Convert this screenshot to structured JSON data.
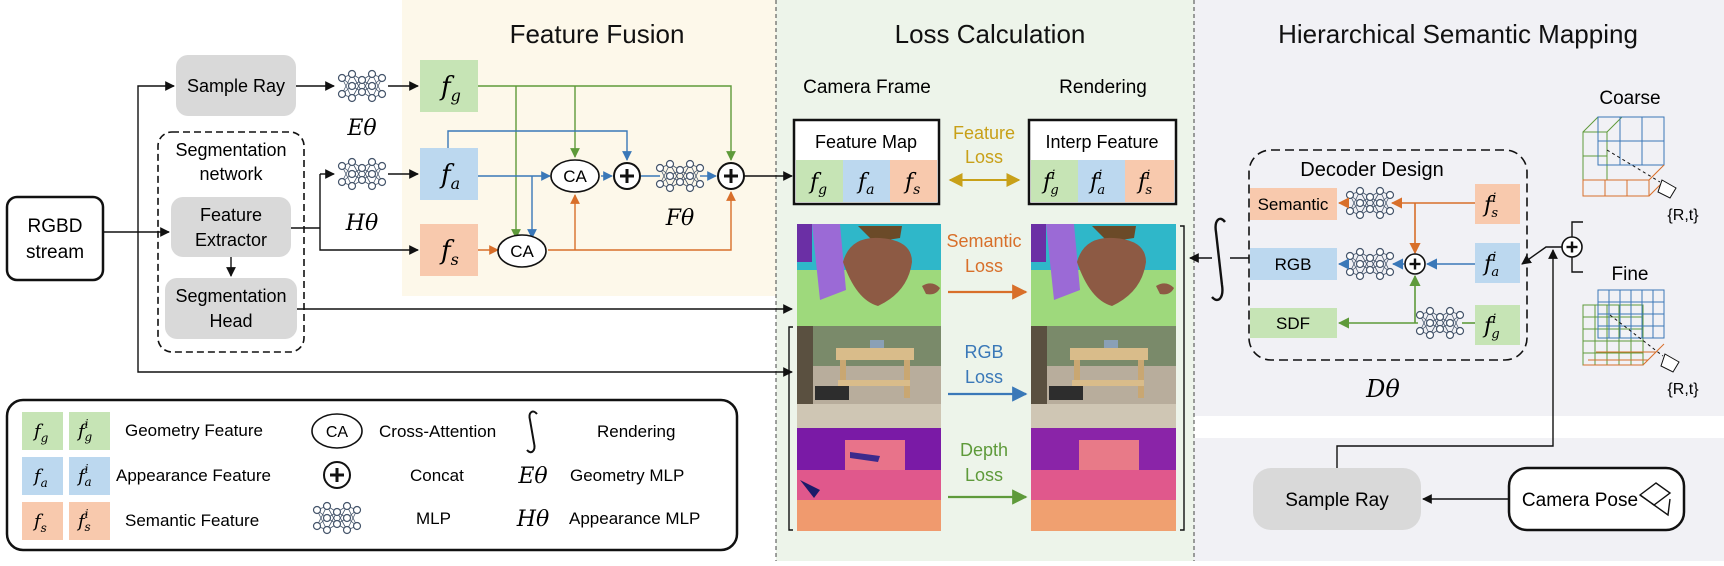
{
  "sections": {
    "feature_fusion": "Feature Fusion",
    "loss_calculation": "Loss Calculation",
    "semantic_mapping": "Hierarchical Semantic Mapping"
  },
  "input": {
    "rgbd_line1": "RGBD",
    "rgbd_line2": "stream"
  },
  "nodes": {
    "sample_ray": "Sample Ray",
    "seg_network_line1": "Segmentation",
    "seg_network_line2": "network",
    "feature_extractor_line1": "Feature",
    "feature_extractor_line2": "Extractor",
    "seg_head_line1": "Segmentation",
    "seg_head_line2": "Head",
    "ca": "CA",
    "E_theta": "Eθ",
    "H_theta": "Hθ",
    "F_theta": "Fθ",
    "D_theta": "Dθ"
  },
  "features": {
    "fg": "f",
    "fg_sub": "g",
    "fa": "f",
    "fa_sub": "a",
    "fs": "f",
    "fs_sub": "s",
    "sup_i": "i"
  },
  "loss": {
    "camera_frame": "Camera Frame",
    "rendering": "Rendering",
    "feature_map": "Feature Map",
    "interp_feature": "Interp Feature",
    "feature_loss_1": "Feature",
    "feature_loss_2": "Loss",
    "semantic_loss_1": "Semantic",
    "semantic_loss_2": "Loss",
    "rgb_loss_1": "RGB",
    "rgb_loss_2": "Loss",
    "depth_loss_1": "Depth",
    "depth_loss_2": "Loss"
  },
  "decoder": {
    "title": "Decoder Design",
    "semantic": "Semantic",
    "rgb": "RGB",
    "sdf": "SDF",
    "coarse": "Coarse",
    "fine": "Fine",
    "pose_label": "{R,t}",
    "sample_ray": "Sample Ray",
    "camera_pose": "Camera Pose"
  },
  "legend": {
    "geometry_feature": "Geometry Feature",
    "appearance_feature": "Appearance  Feature",
    "semantic_feature": "Semantic  Feature",
    "cross_attention": "Cross-Attention",
    "concat": "Concat",
    "mlp": "MLP",
    "rendering": "Rendering",
    "geometry_mlp": "Geometry MLP",
    "appearance_mlp": "Appearance MLP",
    "E_theta": "Eθ",
    "H_theta": "Hθ",
    "ca": "CA"
  },
  "colors": {
    "fg": "#c6e4b5",
    "fa": "#bcd8ef",
    "fs": "#f8c9ad",
    "green": "#5e9a3a",
    "blue": "#3a78b8",
    "orange": "#d86f2a",
    "gold": "#c8a018",
    "fusion_bg": "#fdf8ea",
    "loss_bg": "#edf4ea",
    "map_bg": "#f1f1f5",
    "node": "#d9d9d9"
  }
}
